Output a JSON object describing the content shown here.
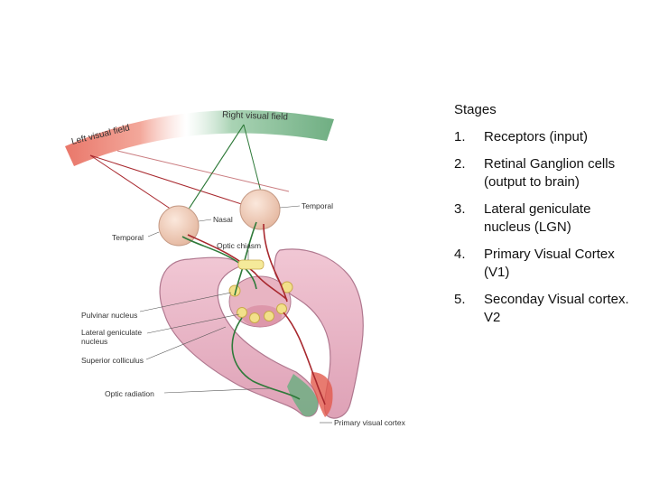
{
  "diagram": {
    "labels": {
      "left_visual_field": "Left visual field",
      "right_visual_field": "Right visual field",
      "temporal_right": "Temporal",
      "nasal": "Nasal",
      "temporal_left": "Temporal",
      "optic_chiasm": "Optic chiasm",
      "pulvinar_nucleus": "Pulvinar nucleus",
      "lateral_geniculate_1": "Lateral geniculate",
      "lateral_geniculate_2": "nucleus",
      "superior_colliculus": "Superior colliculus",
      "optic_radiation": "Optic radiation",
      "primary_visual_cortex": "Primary visual cortex"
    },
    "colors": {
      "left_field": "#e9776a",
      "right_field": "#6fae82",
      "left_pathway": "#a8282e",
      "right_pathway": "#2f7a3a",
      "brain_tissue": "#e6b3c5",
      "brain_outline": "#b0788f",
      "eye": "#f0d2c0"
    }
  },
  "stages": {
    "title": "Stages",
    "items": [
      {
        "num": "1.",
        "text": "Receptors (input)"
      },
      {
        "num": "2.",
        "text": "Retinal Ganglion cells (output to brain)"
      },
      {
        "num": "3.",
        "text": "Lateral geniculate nucleus (LGN)"
      },
      {
        "num": "4.",
        "text": "Primary Visual Cortex (V1)"
      },
      {
        "num": "5.",
        "text": "Seconday Visual cortex. V2"
      }
    ]
  }
}
